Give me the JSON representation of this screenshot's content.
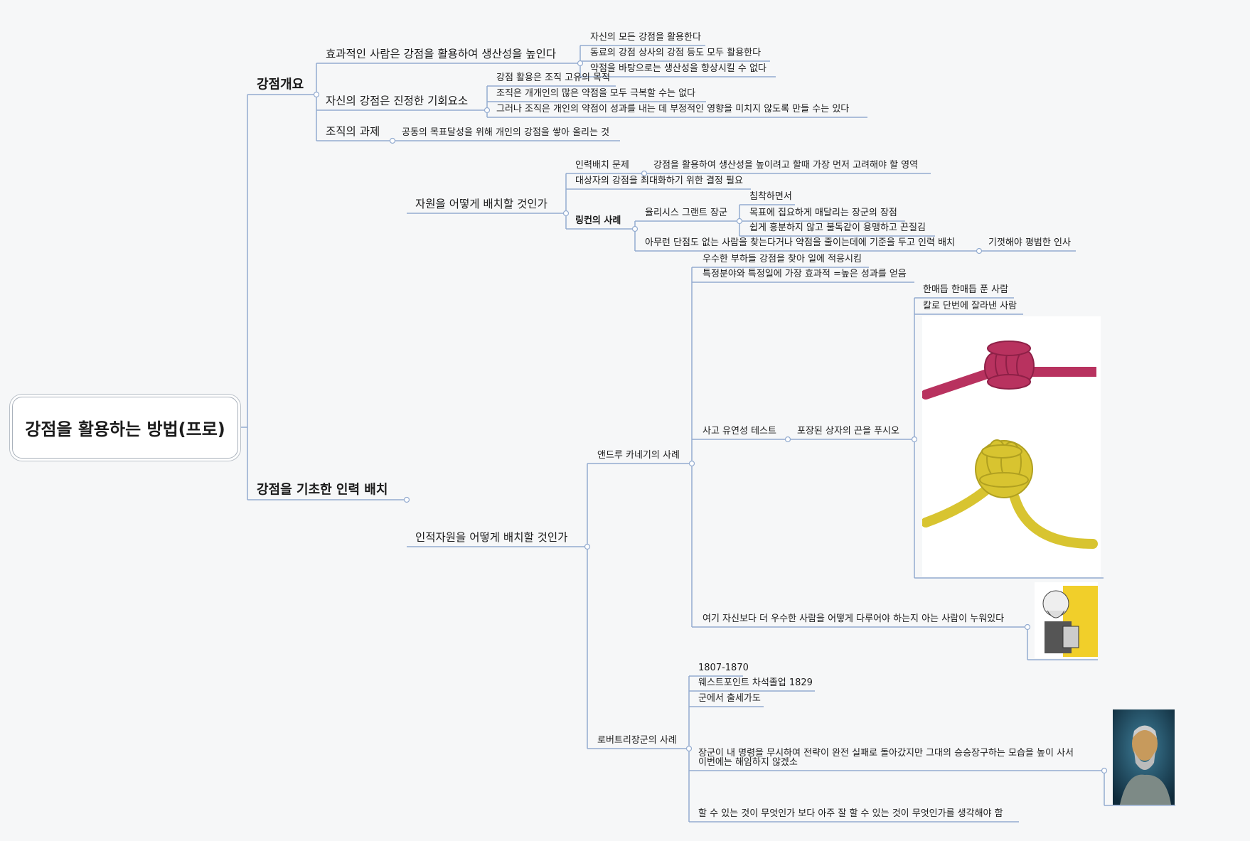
{
  "root": {
    "label": "강점을 활용하는 방법(프로)"
  },
  "overview": {
    "label": "강점개요",
    "effective": {
      "label": "효과적인 사람은 강점을 활용하여 생산성을 높인다",
      "items": [
        "자신의 모든 강점을 활용한다",
        "동료의 강점 상사의 강점 등도 모두 활용한다",
        "약점을 바탕으로는 생산성을 향상시킬 수 없다"
      ]
    },
    "opportunity": {
      "label": "자신의 강점은 진정한 기회요소",
      "items": [
        "강점 활용은 조직 고유의 목적",
        "조직은 개개인의 많은 약점을 모두 극복할 수는 없다",
        "그러나 조직은 개인의 약점이 성과를 내는 데 부정적인 영향을 미치지 않도록 만들 수는 있다"
      ]
    },
    "task": {
      "label": "조직의 과제",
      "item": "공동의 목표달성을 위해 개인의 강점을 쌓아 올리는 것"
    }
  },
  "staffing": {
    "label": "강점을 기초한 인력 배치",
    "resources": {
      "label": "자원을 어떻게 배치할 것인가",
      "placement": {
        "label": "인력배치 문제",
        "item": "강점을 활용하여 생산성을 높이려고 할때 가장 먼저 고려해야 할 영역"
      },
      "decision": "대상자의 강점을 최대화하기 위한 결정 필요",
      "lincoln": {
        "label": "링컨의 사례",
        "grant": {
          "label": "율리시스 그랜트 장군",
          "items": [
            "침착하면서",
            "목표에 집요하게 매달리는 장군의 장점",
            "쉽게 흥분하지 않고 불독같이 용맹하고 끈질김"
          ]
        },
        "nofault": {
          "label": "아무런 단점도 없는 사람을 찾는다거나 약점을 줄이는데에 기준을 두고 인력 배치",
          "item": "기껏해야 평범한 인사"
        }
      }
    },
    "human": {
      "label": "인적자원을 어떻게 배치할 것인가",
      "carnegie": {
        "label": "앤드루 카네기의 사례",
        "items": [
          "우수한 부하들 강점을 찾아 일에 적응시킴",
          "특정분야와 특정일에 가장 효과적 =높은 성과를 얻음"
        ],
        "test": {
          "label": "사고 유연성 테스트",
          "item": "포장된 상자의 끈을 푸시오",
          "answers": [
            "한매듭 한매듭 푼 사람",
            "칼로 단번에 잘라낸 사람"
          ]
        },
        "epitaph": "여기 자신보다 더 우수한 사람을 어떻게 다루어야 하는지 아는 사람이 누워있다"
      },
      "lee": {
        "label": "로버트리장군의 사례",
        "items": [
          "1807-1870",
          "웨스트포인트 차석졸업 1829",
          "군에서 출세가도"
        ],
        "quote": [
          "장군이 내 명령을 무시하여 전략이 완전 실패로 돌아갔지만 그대의 승승장구하는 모습을 높이 사서",
          "이번에는 해임하지 않겠소"
        ],
        "last": "할 수 있는 것이 무엇인가 보다 아주 잘 할 수 있는 것이 무엇인가를 생각해야 함"
      }
    }
  },
  "colors": {
    "line": "#94acd0",
    "background": "#f6f7f8"
  }
}
